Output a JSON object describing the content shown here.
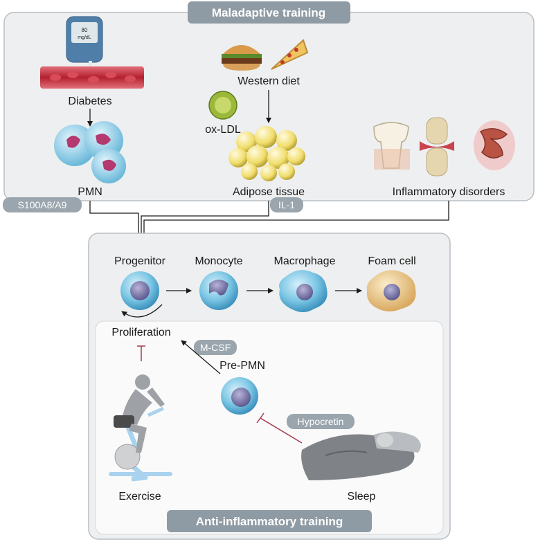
{
  "top_panel": {
    "title": "Maladaptive training"
  },
  "bottom_panel": {
    "title": "Anti-inflammatory training"
  },
  "labels": {
    "diabetes": "Diabetes",
    "glucometer_value": "80",
    "glucometer_unit": "mg/dL",
    "western_diet": "Western diet",
    "ox_ldl": "ox-LDL",
    "pmn": "PMN",
    "adipose": "Adipose tissue",
    "inflammatory": "Inflammatory disorders",
    "progenitor": "Progenitor",
    "monocyte": "Monocyte",
    "macrophage": "Macrophage",
    "foam_cell": "Foam cell",
    "proliferation": "Proliferation",
    "pre_pmn": "Pre-PMN",
    "exercise": "Exercise",
    "sleep": "Sleep"
  },
  "tags": {
    "s100": "S100A8/A9",
    "il1": "IL-1",
    "mcsf": "M-CSF",
    "hypocretin": "Hypocretin"
  },
  "colors": {
    "panel_fill": "#eeeff0",
    "panel_border": "#b9bec3",
    "tag_fill": "#9aa5ad",
    "banner_fill": "#8f9ba4",
    "inhibit": "#a33a4a",
    "cell_blue": "#7cc6e4",
    "foam": "#e8c98a"
  }
}
